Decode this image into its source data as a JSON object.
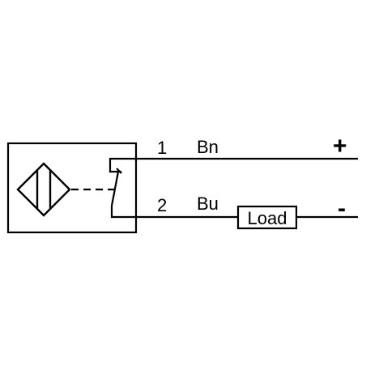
{
  "terminals": [
    {
      "number": "1",
      "wire": "Bn",
      "polarity": "+"
    },
    {
      "number": "2",
      "wire": "Bu",
      "polarity": "-"
    }
  ],
  "load": {
    "label": "Load"
  },
  "colors": {
    "line": "#000000",
    "background": "#ffffff"
  }
}
